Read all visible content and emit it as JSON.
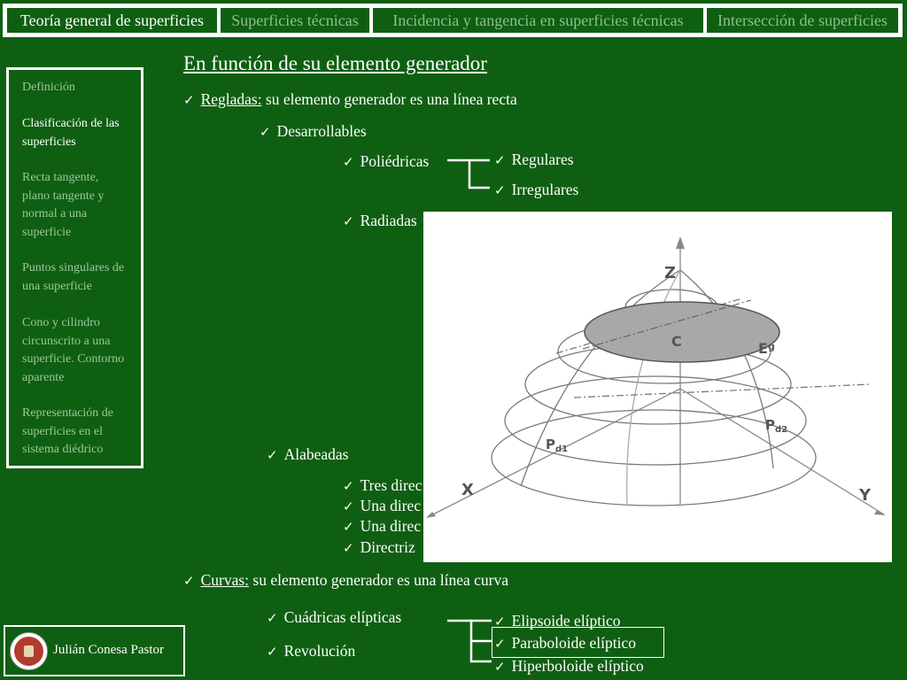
{
  "tabs": [
    {
      "label": "Teoría general de superficies",
      "active": true
    },
    {
      "label": "Superficies técnicas",
      "active": false
    },
    {
      "label": "Incidencia y tangencia en superficies técnicas",
      "active": false
    },
    {
      "label": "Intersección de superficies",
      "active": false
    }
  ],
  "sidebar": {
    "items": [
      {
        "label": "Definición",
        "active": false
      },
      {
        "label": "Clasificación de las superficies",
        "active": true
      },
      {
        "label": "Recta tangente, plano tangente y normal a una superficie",
        "active": false
      },
      {
        "label": "Puntos singulares de una superficie",
        "active": false
      },
      {
        "label": "Cono y cilindro circunscrito a una superficie. Contorno aparente",
        "active": false
      },
      {
        "label": "Representación de superficies en el sistema diédrico",
        "active": false
      }
    ]
  },
  "author": {
    "name": "Julián Conesa Pastor"
  },
  "main": {
    "heading": "En función de su elemento generador",
    "regladas": {
      "title": "Regladas:",
      "text": " su elemento generador es una línea recta"
    },
    "desarrollables": "Desarrollables",
    "poliedricas": "Poliédricas",
    "regulares": "Regulares",
    "irregulares": "Irregulares",
    "radiadas": "Radiadas",
    "alabeadas": "Alabeadas",
    "alabeadas_items": [
      "Tres direc",
      "Una direc",
      "Una direc",
      "Directriz"
    ],
    "curvas": {
      "title": "Curvas:",
      "text": " su elemento generador es una línea curva"
    },
    "cuadricas": "Cuádricas elípticas",
    "revolucion": "Revolución",
    "cuadricas_items": [
      "Elipsoide elíptico",
      "Paraboloide elíptico",
      "Hiperboloide elíptico"
    ]
  },
  "figure": {
    "labels": {
      "z": "Z",
      "x": "X",
      "y": "Y",
      "c": "C",
      "eg": "E",
      "eg_sub": "g",
      "pd1": "P",
      "pd1_sub": "d1",
      "pd2": "P",
      "pd2_sub": "d2"
    }
  },
  "colors": {
    "background": "#0f5f12",
    "inactive_text": "#9cc79a",
    "active_text": "#ffffff"
  }
}
